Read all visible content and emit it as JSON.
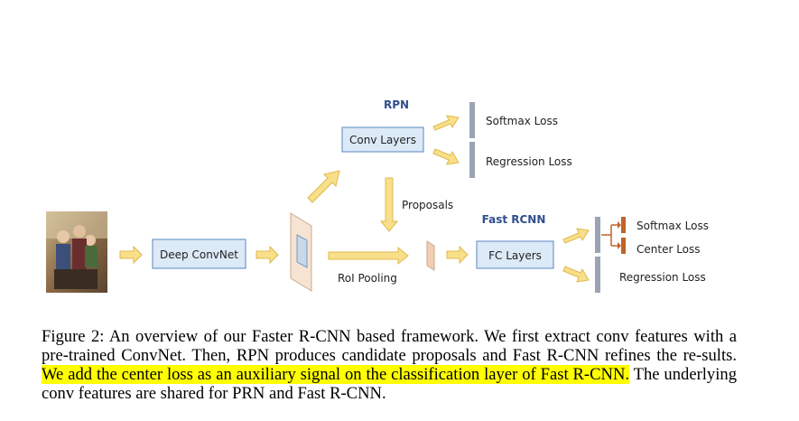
{
  "diagram": {
    "rpn_header": "RPN",
    "fast_rcnn_header": "Fast RCNN",
    "deep_convnet": "Deep ConvNet",
    "conv_layers": "Conv Layers",
    "fc_layers": "FC Layers",
    "proposals": "Proposals",
    "roi_pooling": "RoI Pooling",
    "rpn_softmax_loss": "Softmax Loss",
    "rpn_regression_loss": "Regression Loss",
    "frcnn_softmax_loss": "Softmax Loss",
    "frcnn_center_loss": "Center Loss",
    "frcnn_regression_loss": "Regression Loss"
  },
  "colors": {
    "box_fill": "#dce9f7",
    "box_stroke": "#5a86c0",
    "arrow_fill": "#f8df8a",
    "arrow_stroke": "#e0b84a",
    "bar_fill": "#9aa4b2",
    "orange_bar": "#c0642a",
    "highlight": "#ffff00"
  },
  "caption": {
    "line1_prefix": "Figure 2:  An overview of our Faster R-CNN based framework.  We first extract conv features with a pre-trained ConvNet.  Then, RPN produces candidate proposals and Fast R-CNN refines the re-sults. ",
    "highlighted": "We add the center loss as an auxiliary signal on the classification layer of Fast R-CNN.",
    "suffix": " The underlying conv features are shared for PRN and Fast R-CNN."
  }
}
